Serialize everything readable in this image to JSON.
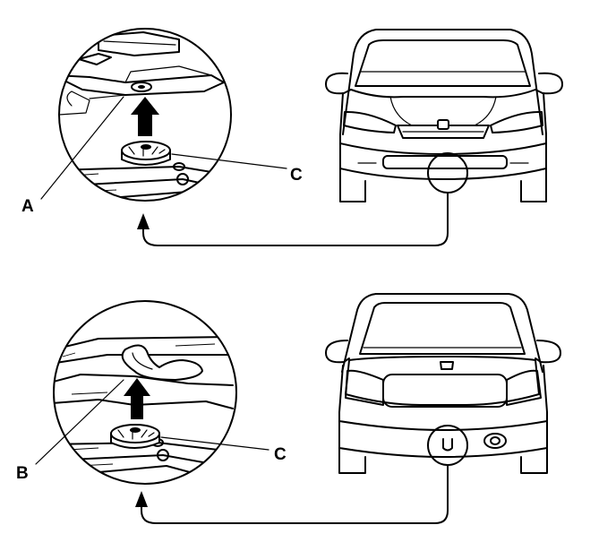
{
  "labels": {
    "front_point": "A",
    "rear_point": "B",
    "jack_pad": "C",
    "jack_pad_rear": "C"
  },
  "views": [
    "front",
    "rear"
  ],
  "colors": {
    "ink": "#000000",
    "paper": "#ffffff"
  }
}
